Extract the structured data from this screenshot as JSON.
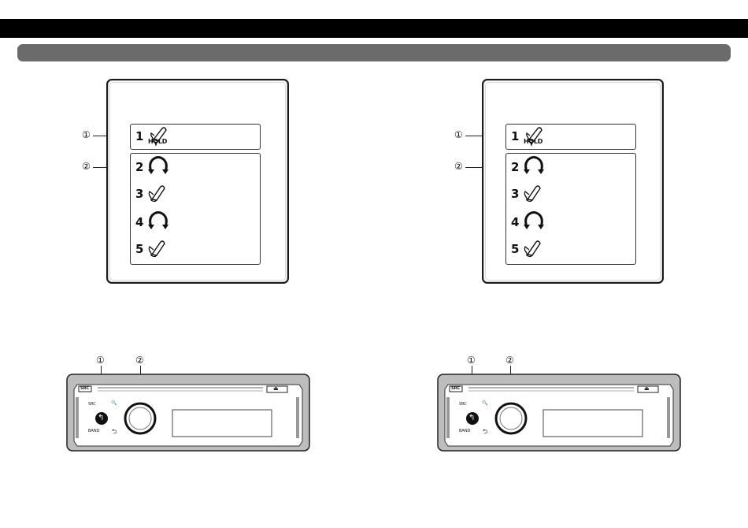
{
  "left": {
    "instructions": {
      "callouts": [
        "①",
        "②"
      ],
      "hold_step_number": "1",
      "hold_text": "HOLD",
      "steps": [
        "2",
        "3",
        "4",
        "5"
      ],
      "step_icons": [
        "rotate-icon",
        "tap-icon",
        "rotate-icon",
        "tap-icon"
      ]
    },
    "device": {
      "callouts": [
        "①",
        "②"
      ],
      "src_label": "SRC",
      "band_label": "BAND",
      "eject_glyph": "⏏",
      "search_glyph": "🔍",
      "back_glyph": "⮌"
    }
  },
  "right": {
    "instructions": {
      "callouts": [
        "①",
        "②"
      ],
      "hold_step_number": "1",
      "hold_text": "HOLD",
      "steps": [
        "2",
        "3",
        "4",
        "5"
      ],
      "step_icons": [
        "rotate-icon",
        "tap-icon",
        "rotate-icon",
        "tap-icon"
      ]
    },
    "device": {
      "callouts": [
        "①",
        "②"
      ],
      "src_label": "SRC",
      "band_label": "BAND",
      "eject_glyph": "⏏",
      "search_glyph": "🔍",
      "back_glyph": "⮌"
    }
  },
  "colors": {
    "top_bar": "#000000",
    "sub_bar": "#6b6b6b",
    "device_face": "#bdbdbd"
  }
}
